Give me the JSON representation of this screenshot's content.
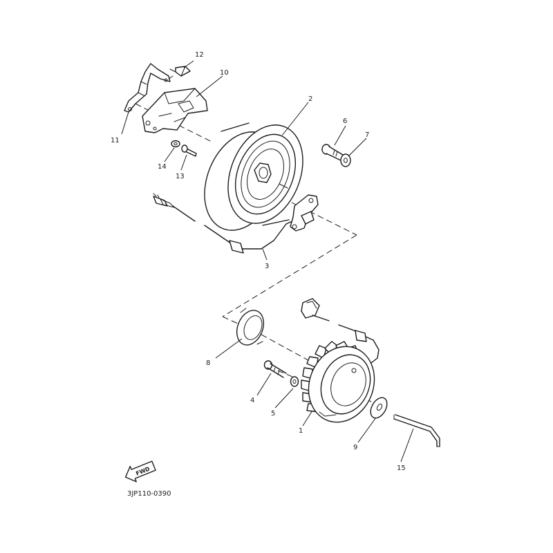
{
  "diagram_code": "3JP110-0390",
  "direction_label": "FWD",
  "callouts": [
    "1",
    "2",
    "3",
    "4",
    "5",
    "6",
    "7",
    "8",
    "9",
    "10",
    "11",
    "12",
    "13",
    "14",
    "15"
  ],
  "colors": {
    "ink": "#1a1a1a",
    "paper": "#ffffff"
  }
}
